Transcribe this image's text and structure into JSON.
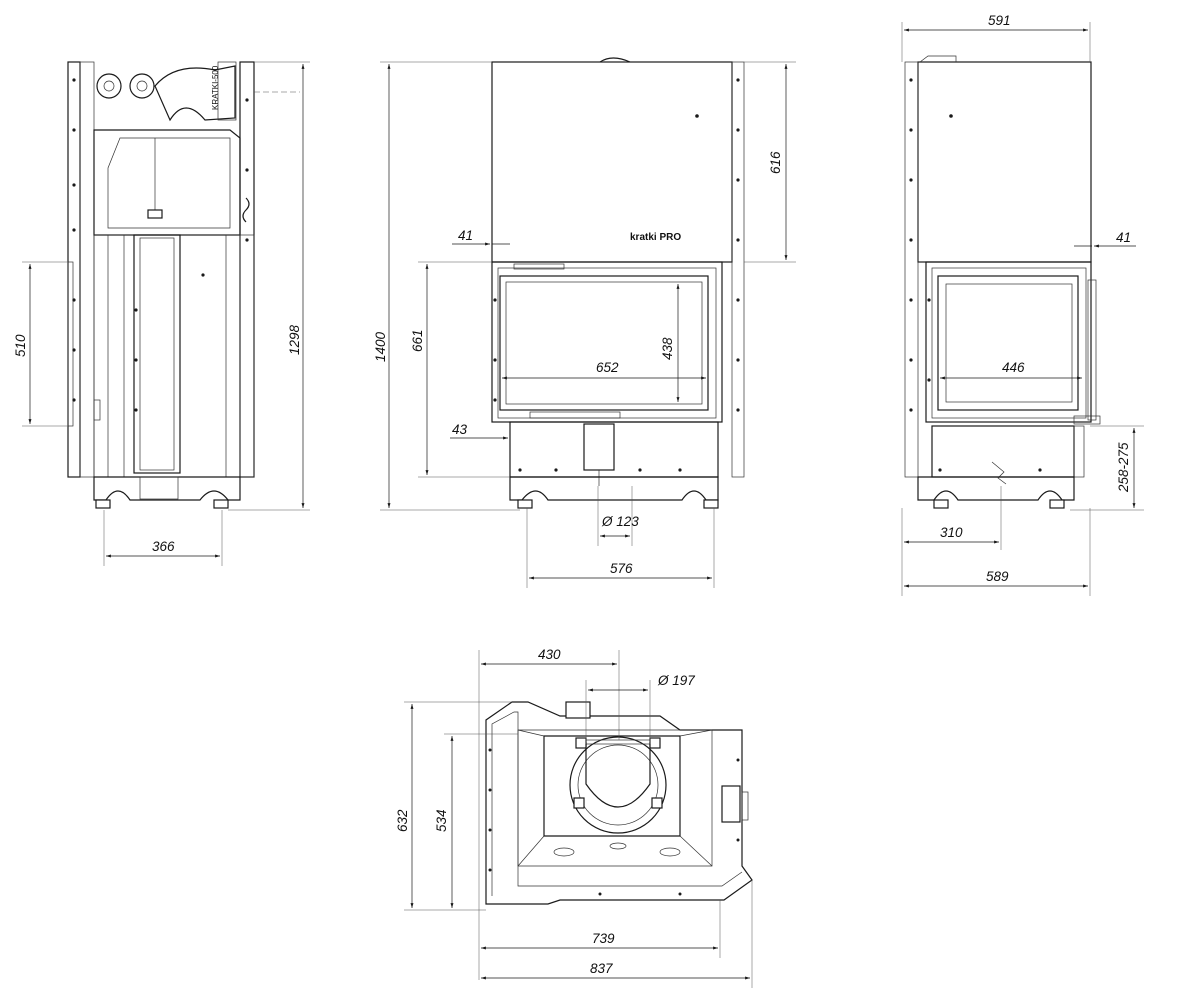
{
  "dimensions": {
    "side_view": {
      "height_1298": "1298",
      "height_510": "510",
      "width_366": "366"
    },
    "front_view": {
      "h_1400": "1400",
      "h_661": "661",
      "h_616": "616",
      "off_41": "41",
      "off_43": "43",
      "w_652": "652",
      "h_438": "438",
      "dia_123": "Ø 123",
      "w_576": "576"
    },
    "right_view": {
      "w_591": "591",
      "off_41": "41",
      "w_446": "446",
      "h_258_275": "258-275",
      "w_310": "310",
      "w_589": "589"
    },
    "top_view": {
      "w_430": "430",
      "dia_197": "Ø 197",
      "d_632": "632",
      "d_534": "534",
      "w_739": "739",
      "w_837": "837"
    }
  },
  "brand": {
    "logo_text": "kratki PRO",
    "side_label": "KRATKI-500"
  }
}
